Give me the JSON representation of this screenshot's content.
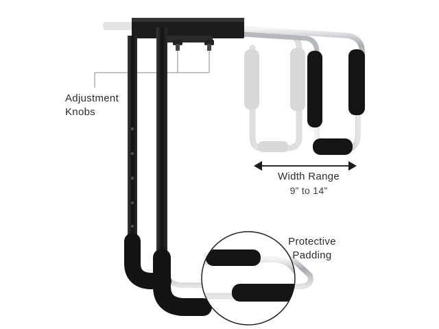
{
  "labels": {
    "adjustment_line1": "Adjustment",
    "adjustment_line2": "Knobs",
    "width_title": "Width Range",
    "width_value": "9” to 14”",
    "protective_line1": "Protective",
    "protective_line2": "Padding"
  },
  "colors": {
    "frame": "#1c1c1c",
    "chrome": "#b9bcc0",
    "ghost": "#d8d8d8",
    "padding": "#151515",
    "leader": "#8a8a8a"
  }
}
